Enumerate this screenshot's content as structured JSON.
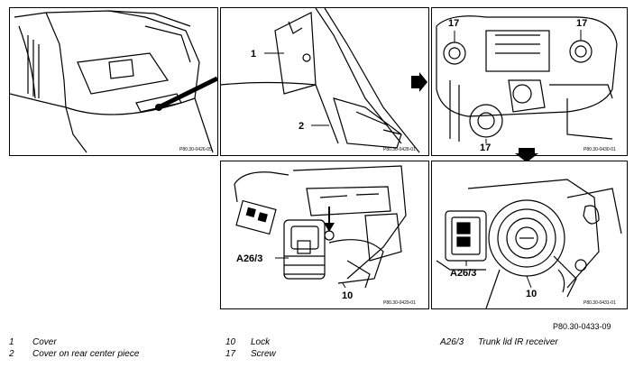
{
  "panels": [
    {
      "id": "p1",
      "code": "P80.30-0426-05",
      "labels": []
    },
    {
      "id": "p2",
      "code": "P80.30-0428-01",
      "labels": [
        "1",
        "2"
      ]
    },
    {
      "id": "p3",
      "code": "P80.30-0430-01",
      "labels": [
        "17",
        "17",
        "17"
      ]
    },
    {
      "id": "p4",
      "code": "P80.30-0431-01",
      "labels": [
        "A26/3",
        "10"
      ]
    },
    {
      "id": "p5",
      "code": "P80.30-0429-01",
      "labels": [
        "A26/3",
        "10"
      ]
    }
  ],
  "figure_code": "P80.30-0433-09",
  "legend": {
    "col1": [
      {
        "num": "1",
        "text": "Cover"
      },
      {
        "num": "2",
        "text": "Cover on rear center piece"
      }
    ],
    "col2": [
      {
        "num": "10",
        "text": "Lock"
      },
      {
        "num": "17",
        "text": "Screw"
      }
    ],
    "col3": [
      {
        "num": "A26/3",
        "text": "Trunk lid IR receiver"
      }
    ]
  }
}
